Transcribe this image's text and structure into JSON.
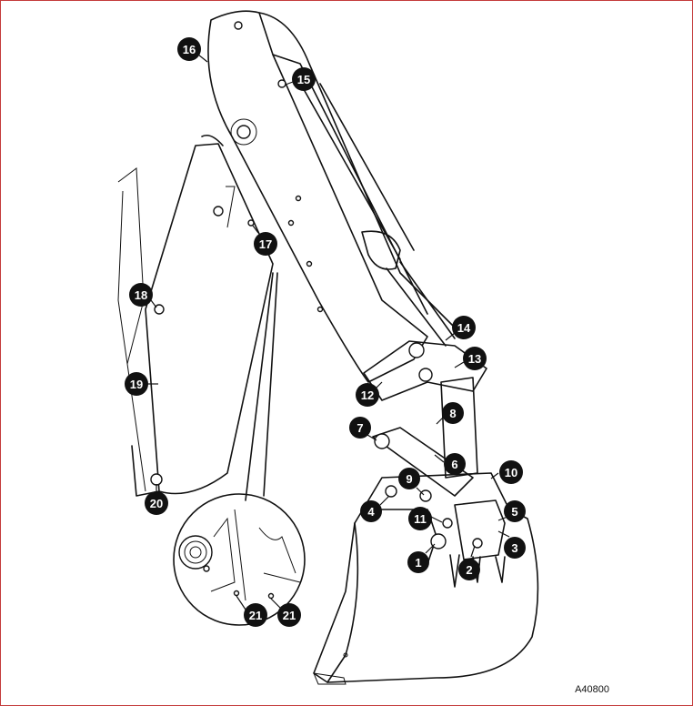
{
  "callouts": [
    {
      "n": "1"
    },
    {
      "n": "2"
    },
    {
      "n": "3"
    },
    {
      "n": "4"
    },
    {
      "n": "5"
    },
    {
      "n": "6"
    },
    {
      "n": "7"
    },
    {
      "n": "8"
    },
    {
      "n": "9"
    },
    {
      "n": "10"
    },
    {
      "n": "11"
    },
    {
      "n": "12"
    },
    {
      "n": "13"
    },
    {
      "n": "14"
    },
    {
      "n": "15"
    },
    {
      "n": "16"
    },
    {
      "n": "17"
    },
    {
      "n": "18"
    },
    {
      "n": "19"
    },
    {
      "n": "20"
    },
    {
      "n": "21"
    },
    {
      "n": "21"
    }
  ],
  "figure_id": "A40800",
  "colors": {
    "line": "#111111",
    "frame": "#c43b3b",
    "background": "#ffffff"
  }
}
